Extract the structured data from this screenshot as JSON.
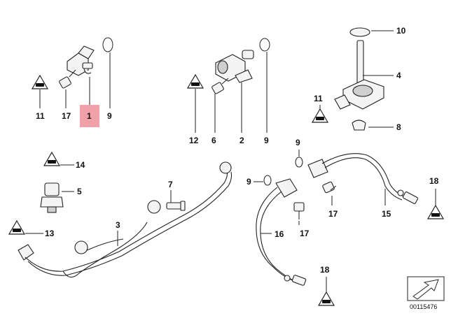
{
  "diagram": {
    "image_id": "00115476",
    "highlighted_part": "1",
    "callouts": {
      "c1": "1",
      "c2": "2",
      "c3": "3",
      "c4": "4",
      "c5": "5",
      "c6": "6",
      "c7": "7",
      "c8": "8",
      "c9a": "9",
      "c9b": "9",
      "c9c": "9",
      "c9d": "9",
      "c10": "10",
      "c11a": "11",
      "c11b": "11",
      "c12": "12",
      "c13": "13",
      "c14": "14",
      "c15": "15",
      "c16": "16",
      "c17a": "17",
      "c17b": "17",
      "c17c": "17",
      "c18a": "18",
      "c18b": "18"
    },
    "colors": {
      "highlight": "#f0a0a8",
      "line": "#222222"
    },
    "icons": [
      "warning-triangle-icon",
      "arrow-icon"
    ]
  }
}
